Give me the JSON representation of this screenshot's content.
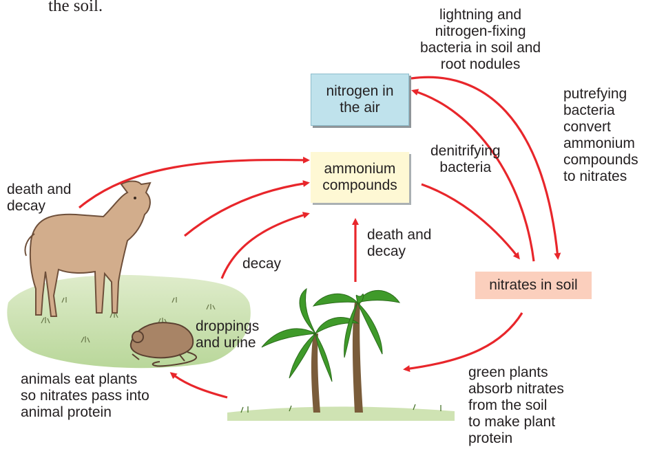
{
  "fragment_text": "the soil.",
  "boxes": {
    "air": "nitrogen in\nthe air",
    "ammonium": "ammonium\ncompounds",
    "nitrates": "nitrates in soil"
  },
  "labels": {
    "lightning": "lightning and\nnitrogen-fixing\nbacteria in soil and\nroot nodules",
    "putrefying": "putrefying\nbacteria\nconvert\nammonium\ncompounds\nto nitrates",
    "denitrifying": "denitrifying\nbacteria",
    "death_decay_left": "death and\ndecay",
    "death_decay_center": "death and\ndecay",
    "decay": "decay",
    "droppings": "droppings\nand urine",
    "animals_eat": "animals eat plants\nso nitrates pass into\nanimal protein",
    "plants_absorb": "green plants\nabsorb nitrates\nfrom the soil\nto make plant\nprotein"
  },
  "colors": {
    "arrow": "#e8262b",
    "air_box": "#bfe2ec",
    "ammonium_box": "#fef8d4",
    "nitrates_box": "#fbcfbd",
    "grass": "#cfe3b3"
  },
  "illustrations": [
    "goat",
    "mouse",
    "palm-trees",
    "grass-patch"
  ]
}
